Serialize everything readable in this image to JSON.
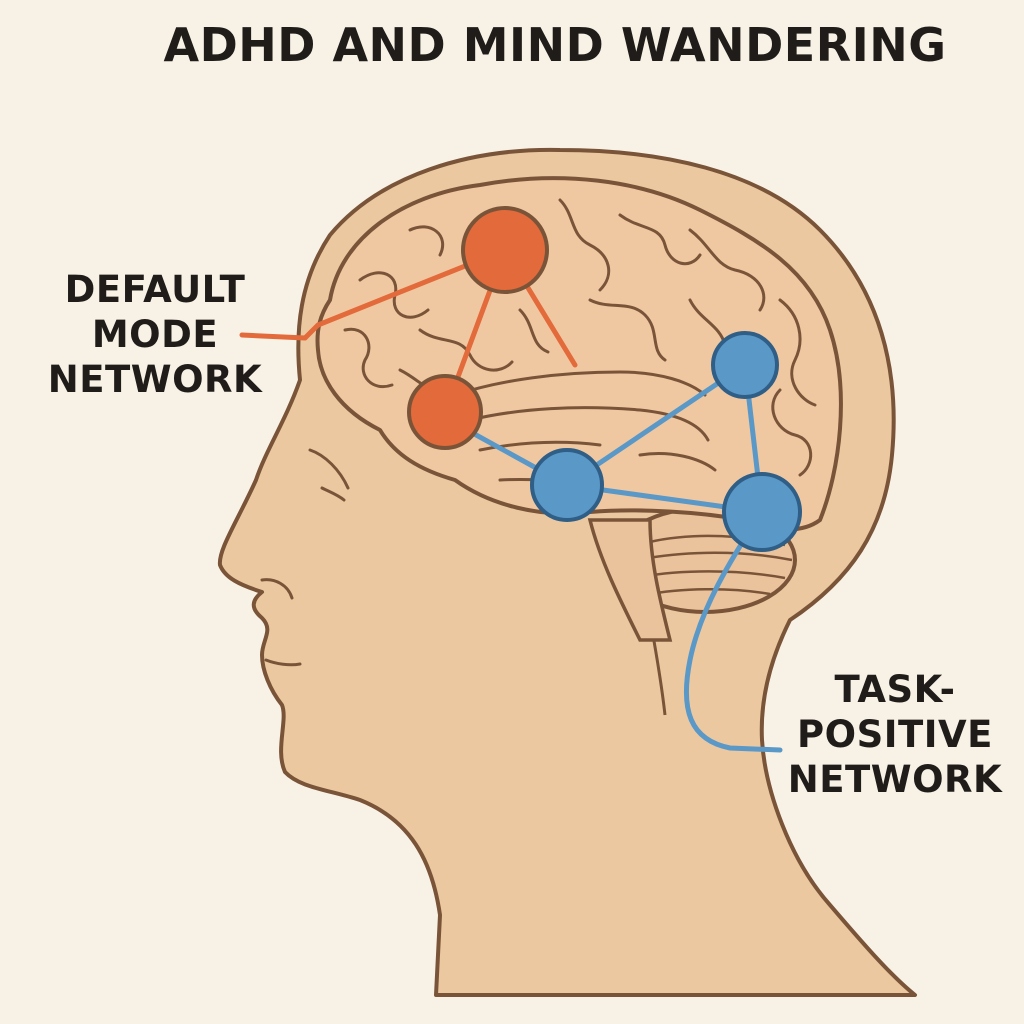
{
  "title": "ADHD AND MIND WANDERING",
  "labels": {
    "default_mode_network": [
      "DEFAULT",
      "MODE",
      "NETWORK"
    ],
    "task_positive_network": [
      "TASK-",
      "POSITIVE",
      "NETWORK"
    ]
  },
  "colors": {
    "background": "#f8f2e6",
    "skin": "#ecc8a0",
    "brain": "#efc8a2",
    "outline": "#7a5438",
    "default_mode_network": "#e36a3a",
    "task_positive_network": "#5a98c8",
    "text": "#1f1c19"
  }
}
